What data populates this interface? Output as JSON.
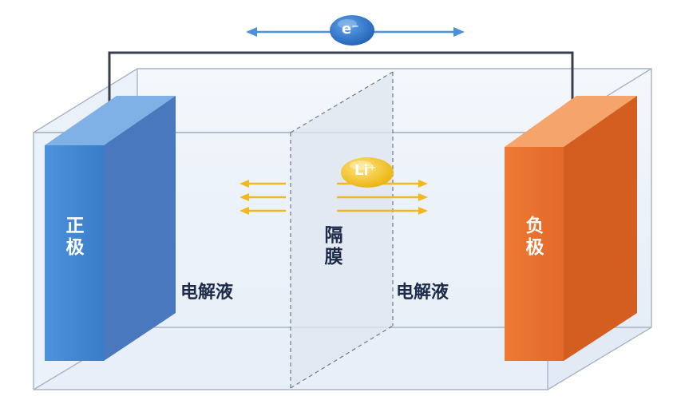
{
  "colors": {
    "tank_fill": "#e8f0fa",
    "tank_edge": "#aab4c6",
    "positive_front": "#3f86d1",
    "positive_side": "#4a74b8",
    "positive_top": "#6ea4e0",
    "negative_front": "#e8712c",
    "negative_side": "#cf5a1c",
    "negative_top": "#f39a5f",
    "wire": "#3a3f4c",
    "electron_arrow": "#4f8fd6",
    "electron_ball": "#2e6fc2",
    "ion_ball": "#f0c419",
    "ion_arrow": "#f2b81e"
  },
  "electron": {
    "label": "e⁻",
    "icon": "electron-ball-icon"
  },
  "lithium_ion": {
    "label": "Li⁺",
    "icon": "lithium-ion-ball-icon"
  },
  "positive_electrode": {
    "label": "正极"
  },
  "negative_electrode": {
    "label": "负极"
  },
  "separator": {
    "label": "隔膜"
  },
  "electrolyte_left": {
    "label": "电解液"
  },
  "electrolyte_right": {
    "label": "电解液"
  }
}
